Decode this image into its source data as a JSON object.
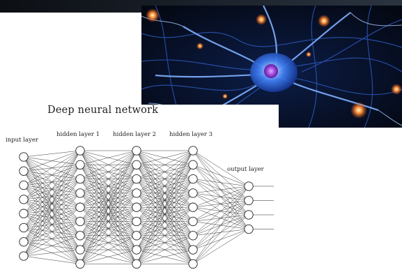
{
  "photo": {
    "subject": "neurons",
    "colors": {
      "background": "#060b18",
      "dendrite": "#4a86ff",
      "spark": "#ff8a3c",
      "nucleus": "#9a40d8"
    }
  },
  "diagram": {
    "title": "Deep neural network",
    "layers": [
      {
        "label": "input layer",
        "nodes": 8
      },
      {
        "label": "hidden layer 1",
        "nodes": 9
      },
      {
        "label": "hidden layer 2",
        "nodes": 9
      },
      {
        "label": "hidden layer 3",
        "nodes": 9
      },
      {
        "label": "output layer",
        "nodes": 4
      }
    ],
    "colors": {
      "line": "#222222",
      "node_fill": "#ffffff"
    }
  }
}
